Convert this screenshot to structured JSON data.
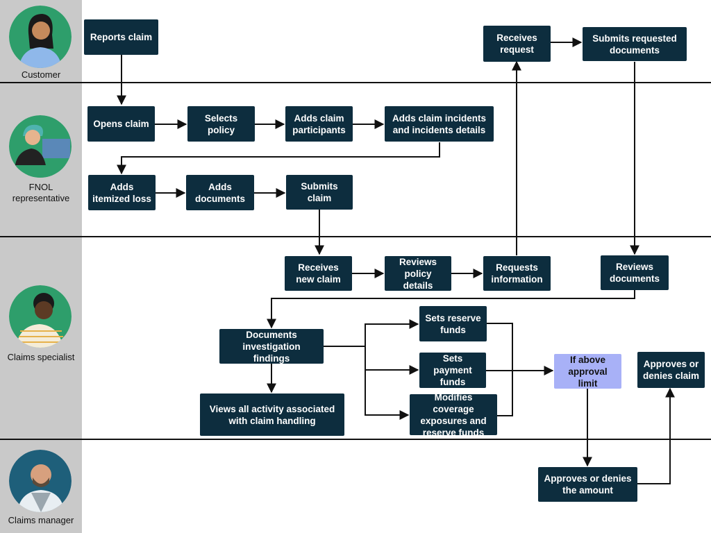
{
  "lanes": [
    {
      "label": "Customer",
      "avatar": "customer-avatar"
    },
    {
      "label": "FNOL representative",
      "avatar": "fnol-representative-avatar"
    },
    {
      "label": "Claims specialist",
      "avatar": "claims-specialist-avatar"
    },
    {
      "label": "Claims manager",
      "avatar": "claims-manager-avatar"
    }
  ],
  "steps": {
    "reports_claim": "Reports claim",
    "receives_request": "Receives request",
    "submits_requested_documents": "Submits requested documents",
    "opens_claim": "Opens claim",
    "selects_policy": "Selects policy",
    "adds_claim_participants": "Adds claim participants",
    "adds_claim_incidents": "Adds claim incidents and incidents details",
    "adds_itemized_loss": "Adds itemized loss",
    "adds_documents": "Adds documents",
    "submits_claim": "Submits claim",
    "receives_new_claim": "Receives new claim",
    "reviews_policy_details": "Reviews policy details",
    "requests_information": "Requests information",
    "reviews_documents": "Reviews documents",
    "documents_investigation_findings": "Documents investigation findings",
    "sets_reserve_funds": "Sets reserve funds",
    "sets_payment_funds": "Sets payment funds",
    "modifies_coverage": "Modifies coverage exposures and reserve funds",
    "views_all_activity": "Views all activity associated with claim handling",
    "if_above_approval_limit": "If above approval limit",
    "approves_or_denies_claim": "Approves or denies claim",
    "approves_or_denies_amount": "Approves or denies the amount"
  },
  "colors": {
    "box": "#0d2d3e",
    "highlight": "#a8b1f7",
    "lane_column": "#c9c9c9",
    "avatar_bg": "#2e9e6b",
    "manager_avatar_bg": "#1e5f7a"
  }
}
